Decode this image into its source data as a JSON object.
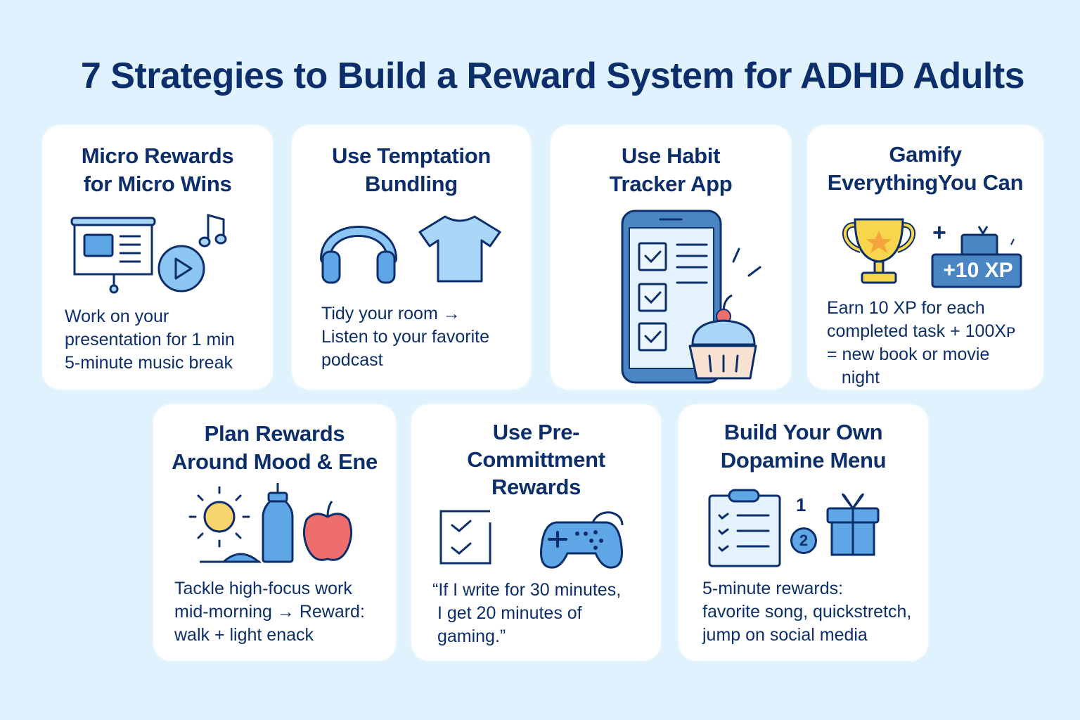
{
  "title": "7 Strategies to Build a Reward System for ADHD Adults",
  "colors": {
    "background": "#dff2fd",
    "card": "#ffffff",
    "text": "#0c2f6b",
    "accent_blue": "#5ea6e6",
    "light_blue": "#a9d6f7",
    "gold": "#f7d54d",
    "red": "#ee6d6d"
  },
  "cards": [
    {
      "heading": "Micro Rewards\nfor Micro Wins",
      "icons": [
        "presentation-board-icon",
        "play-button-icon",
        "music-note-icon"
      ],
      "description": "Work on your\npresentation for 1 min\n5-minute music break"
    },
    {
      "heading": "Use Temptation\nBundling",
      "icons": [
        "headphones-icon",
        "t-shirt-icon"
      ],
      "description": "Tidy your room →\nListen to your favorite\npodcast"
    },
    {
      "heading": "Use Habit\nTracker App",
      "icons": [
        "smartphone-checklist-icon",
        "cupcake-icon"
      ],
      "description": ""
    },
    {
      "heading": "Gamify\nEverythingYou Can",
      "icons": [
        "trophy-icon",
        "xp-badge-icon"
      ],
      "badge": "+10 XP",
      "plus": "+",
      "description": "Earn 10 XP for each\ncompleted task + 100Xᴘ\n= new book or movie\n   night"
    },
    {
      "heading": "Plan Rewards\nAround Mood & Ene",
      "icons": [
        "sun-icon",
        "water-bottle-icon",
        "apple-icon"
      ],
      "description": "Tackle high-focus work\nmid-morning → Reward:\nwalk + light enack"
    },
    {
      "heading": "Use Pre-\nCommittment\nRewards",
      "icons": [
        "checklist-icon",
        "game-controller-icon"
      ],
      "description": "“If I write for 30 minutes,\n I get 20 minutes of\n gaming.”"
    },
    {
      "heading": "Build Your Own\nDopamine Menu",
      "icons": [
        "clipboard-icon",
        "numbered-step-icon",
        "gift-icon"
      ],
      "step_1": "1",
      "step_2": "2",
      "description": "5-minute rewards:\nfavorite song, quickstretch,\njump on social media"
    }
  ]
}
